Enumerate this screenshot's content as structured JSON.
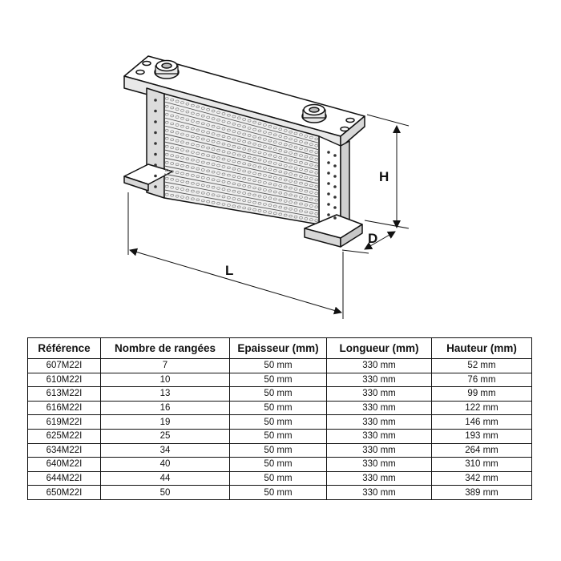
{
  "diagram": {
    "labels": {
      "height": "H",
      "depth": "D",
      "length": "L"
    }
  },
  "table": {
    "headers": [
      "Référence",
      "Nombre de rangées",
      "Epaisseur (mm)",
      "Longueur (mm)",
      "Hauteur (mm)"
    ],
    "rows": [
      [
        "607M22I",
        "7",
        "50 mm",
        "330 mm",
        "52 mm"
      ],
      [
        "610M22I",
        "10",
        "50 mm",
        "330 mm",
        "76 mm"
      ],
      [
        "613M22I",
        "13",
        "50 mm",
        "330 mm",
        "99 mm"
      ],
      [
        "616M22I",
        "16",
        "50 mm",
        "330 mm",
        "122 mm"
      ],
      [
        "619M22I",
        "19",
        "50 mm",
        "330 mm",
        "146 mm"
      ],
      [
        "625M22I",
        "25",
        "50 mm",
        "330 mm",
        "193 mm"
      ],
      [
        "634M22I",
        "34",
        "50 mm",
        "330 mm",
        "264 mm"
      ],
      [
        "640M22I",
        "40",
        "50 mm",
        "330 mm",
        "310 mm"
      ],
      [
        "644M22I",
        "44",
        "50 mm",
        "330 mm",
        "342 mm"
      ],
      [
        "650M22I",
        "50",
        "50 mm",
        "330 mm",
        "389 mm"
      ]
    ]
  },
  "colors": {
    "line": "#111111",
    "fill": "#ffffff",
    "shade": "#d4d4d4"
  }
}
